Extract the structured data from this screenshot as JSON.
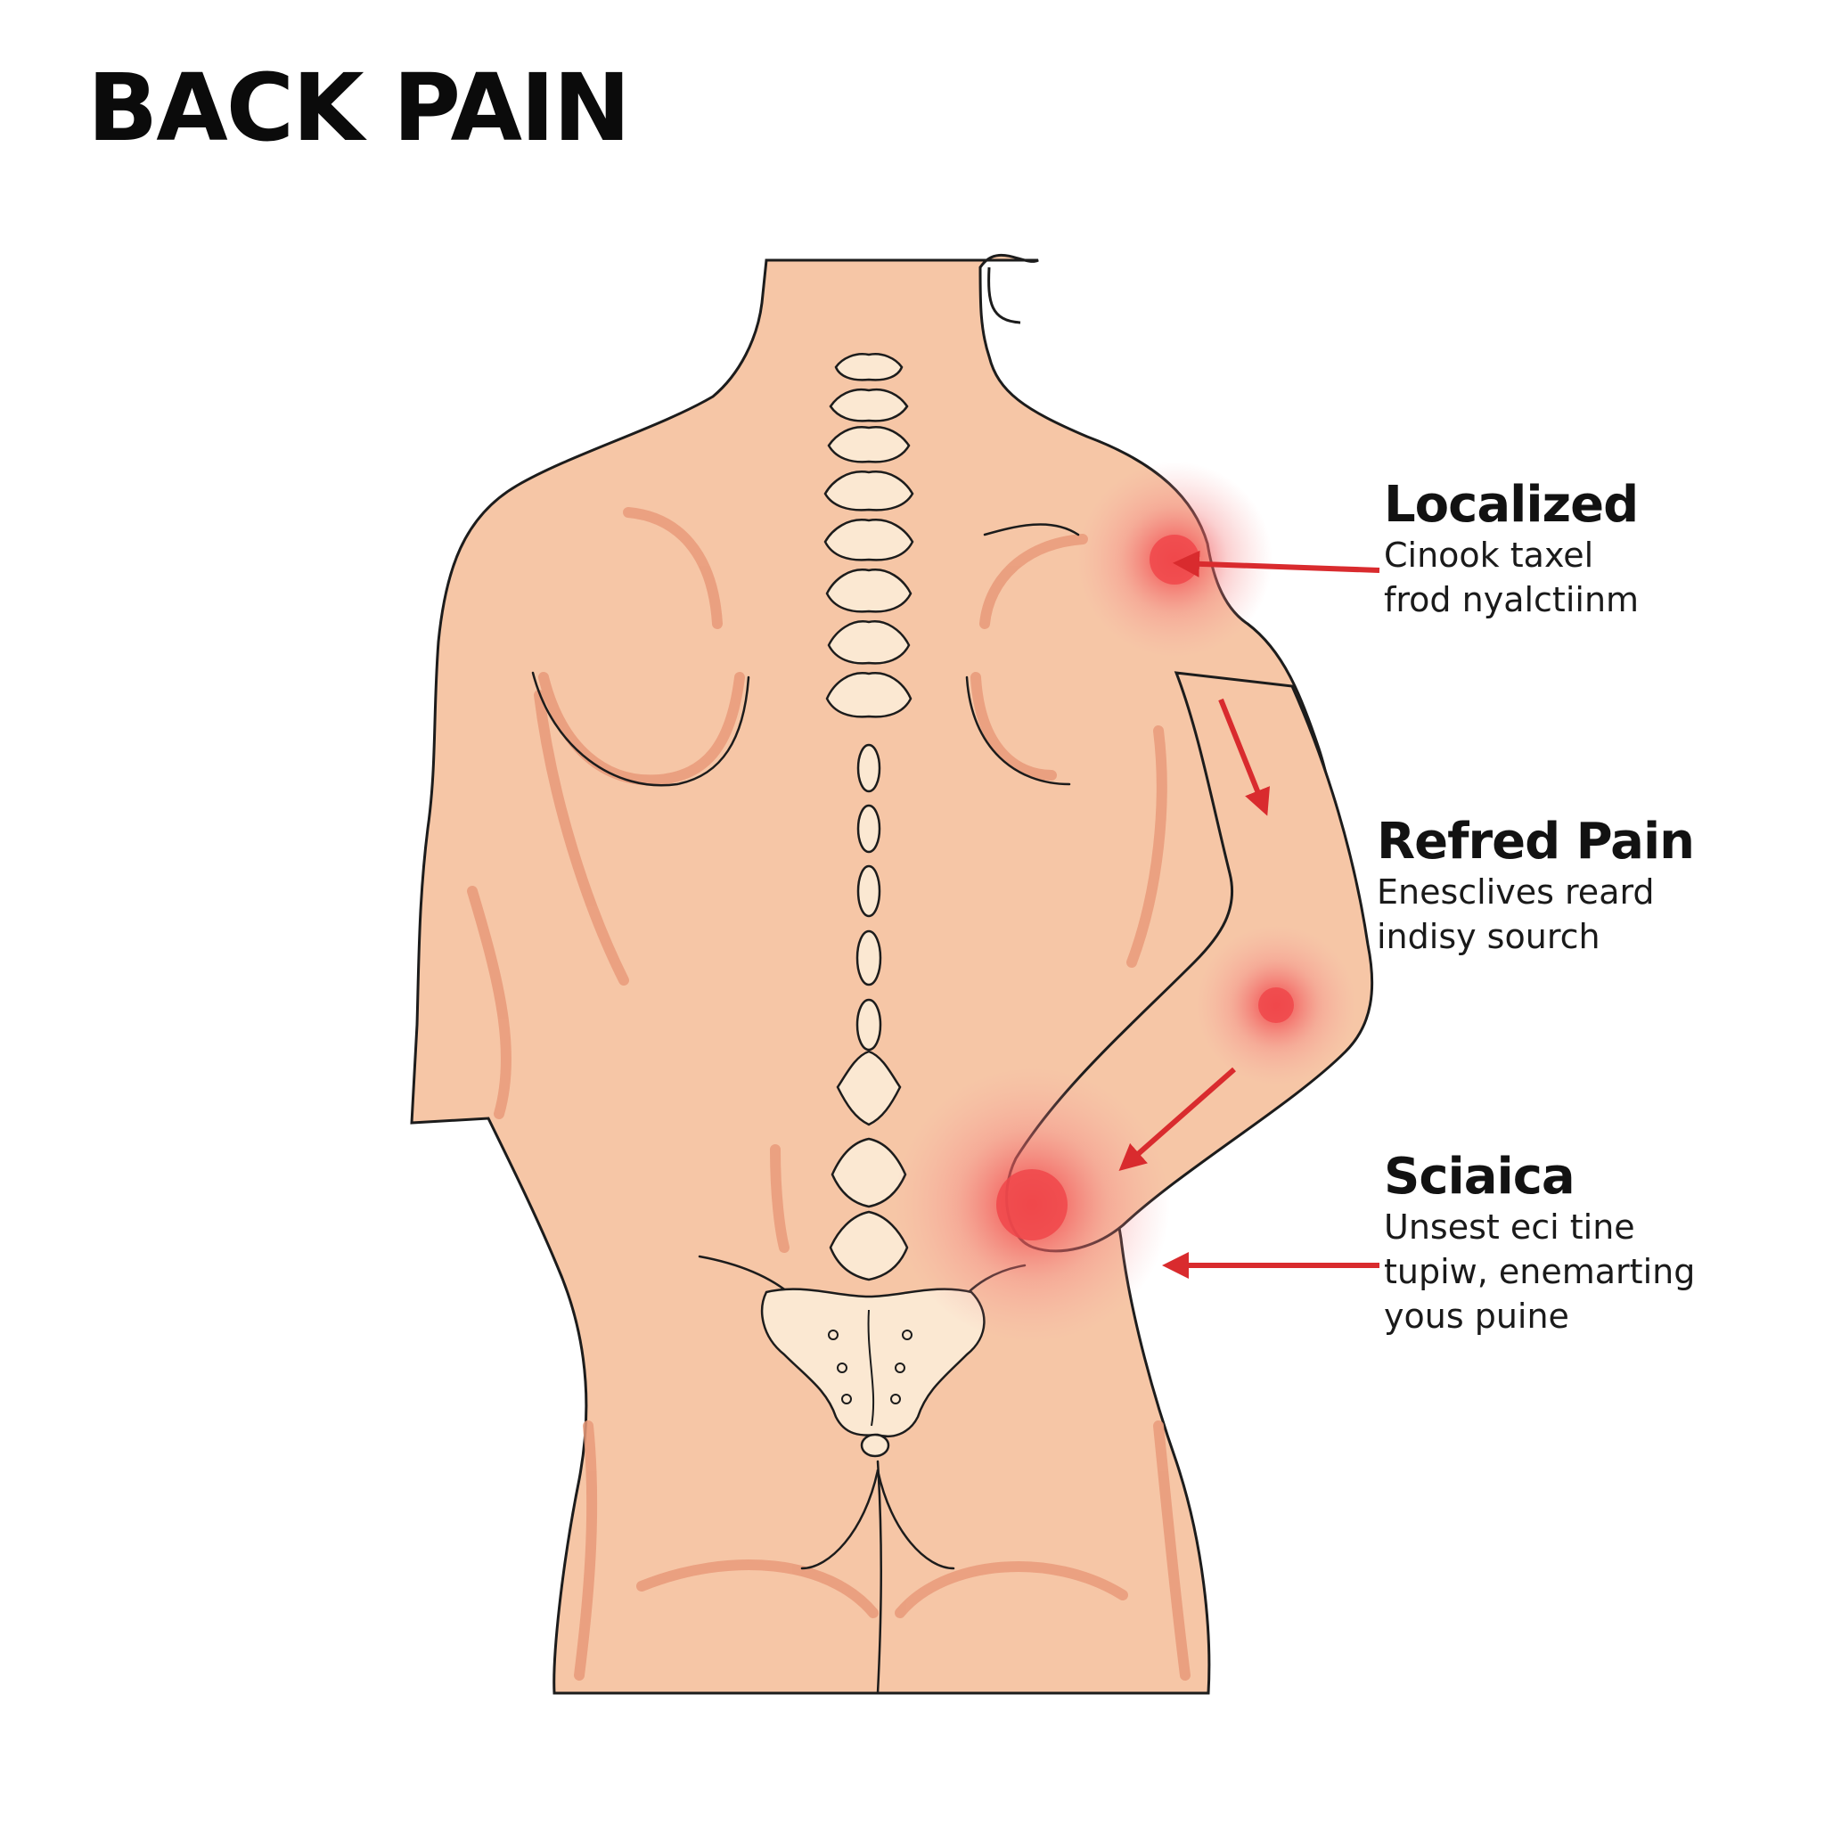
{
  "title": "BACK PAIN",
  "colors": {
    "skin": "#f6c6a6",
    "skin_shadow": "#e99a7a",
    "outline": "#1c1c1c",
    "bone": "#fbe8d2",
    "pain": "#f0474a",
    "arrow": "#d92b2e"
  },
  "callouts": {
    "localized": {
      "heading": "Localized",
      "lines": [
        "Cinook taxel",
        "frod nyalctiinm"
      ]
    },
    "referred": {
      "heading": "Refred Pain",
      "lines": [
        "Enesclives reard",
        "indisy sourch"
      ]
    },
    "sciatica": {
      "heading": "Sciaica",
      "lines": [
        "Unsest eci tine",
        "tupiw, enemarting",
        "yous puine"
      ]
    }
  }
}
